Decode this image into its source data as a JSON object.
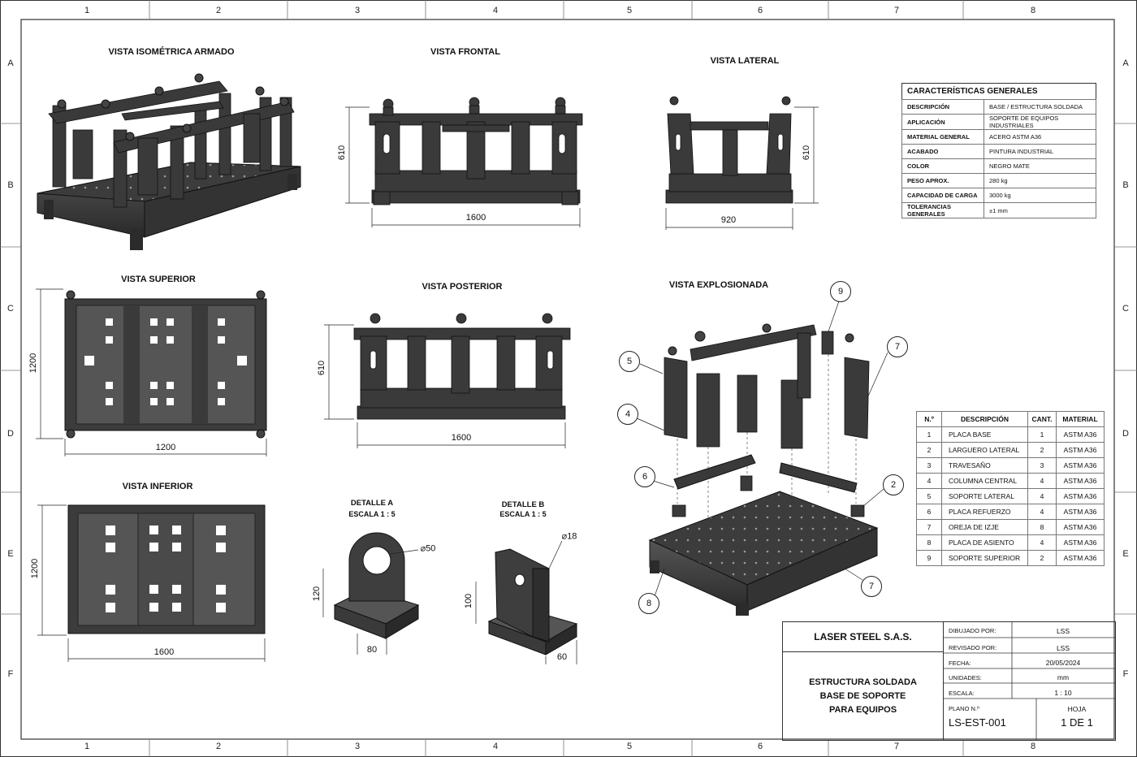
{
  "grid": {
    "columns": [
      "1",
      "2",
      "3",
      "4",
      "5",
      "6",
      "7",
      "8"
    ],
    "rows": [
      "A",
      "B",
      "C",
      "D",
      "E",
      "F"
    ]
  },
  "views": {
    "isometric": "VISTA ISOMÉTRICA ARMADO",
    "front": "VISTA FRONTAL",
    "lateral": "VISTA LATERAL",
    "top": "VISTA SUPERIOR",
    "rear": "VISTA POSTERIOR",
    "exploded": "VISTA EXPLOSIONADA",
    "bottom": "VISTA INFERIOR",
    "detail_a": "DETALLE A",
    "detail_a_scale": "ESCALA 1 : 5",
    "detail_b": "DETALLE B",
    "detail_b_scale": "ESCALA 1 : 5"
  },
  "dimensions": {
    "front_height": "610",
    "front_width": "1600",
    "lateral_height": "610",
    "lateral_width": "920",
    "top_height": "1200",
    "top_width": "1200",
    "rear_height": "610",
    "rear_width": "1600",
    "bottom_height": "1200",
    "bottom_width": "1600",
    "detail_a_hole": "⌀50",
    "detail_a_height": "120",
    "detail_a_width": "80",
    "detail_b_hole": "⌀18",
    "detail_b_height": "100",
    "detail_b_width": "60"
  },
  "balloons": [
    "9",
    "5",
    "7",
    "4",
    "6",
    "2",
    "8",
    "7"
  ],
  "properties": {
    "title": "CARACTERÍSTICAS GENERALES",
    "rows": [
      {
        "key": "DESCRIPCIÓN",
        "value": "BASE / ESTRUCTURA SOLDADA"
      },
      {
        "key": "APLICACIÓN",
        "value": "SOPORTE DE EQUIPOS INDUSTRIALES"
      },
      {
        "key": "MATERIAL GENERAL",
        "value": "ACERO ASTM A36"
      },
      {
        "key": "ACABADO",
        "value": "PINTURA INDUSTRIAL"
      },
      {
        "key": "COLOR",
        "value": "NEGRO MATE"
      },
      {
        "key": "PESO APROX.",
        "value": "280 kg"
      },
      {
        "key": "CAPACIDAD DE CARGA",
        "value": "3000 kg"
      },
      {
        "key": "TOLERANCIAS GENERALES",
        "value": "±1 mm"
      }
    ]
  },
  "bom": {
    "headers": [
      "N.º",
      "DESCRIPCIÓN",
      "CANT.",
      "MATERIAL"
    ],
    "rows": [
      [
        "1",
        "PLACA BASE",
        "1",
        "ASTM A36"
      ],
      [
        "2",
        "LARGUERO LATERAL",
        "2",
        "ASTM A36"
      ],
      [
        "3",
        "TRAVESAÑO",
        "3",
        "ASTM A36"
      ],
      [
        "4",
        "COLUMNA CENTRAL",
        "4",
        "ASTM A36"
      ],
      [
        "5",
        "SOPORTE LATERAL",
        "4",
        "ASTM A36"
      ],
      [
        "6",
        "PLACA REFUERZO",
        "4",
        "ASTM A36"
      ],
      [
        "7",
        "OREJA DE IZJE",
        "8",
        "ASTM A36"
      ],
      [
        "8",
        "PLACA DE ASIENTO",
        "4",
        "ASTM A36"
      ],
      [
        "9",
        "SOPORTE SUPERIOR",
        "2",
        "ASTM A36"
      ]
    ]
  },
  "titleblock": {
    "company": "LASER STEEL S.A.S.",
    "title_line1": "ESTRUCTURA SOLDADA",
    "title_line2": "BASE DE SOPORTE",
    "title_line3": "PARA EQUIPOS",
    "drawn_label": "DIBUJADO POR:",
    "drawn_value": "LSS",
    "reviewed_label": "REVISADO POR:",
    "reviewed_value": "LSS",
    "date_label": "FECHA:",
    "date_value": "20/05/2024",
    "units_label": "UNIDADES:",
    "units_value": "mm",
    "scale_label": "ESCALA:",
    "scale_value": "1 : 10",
    "plan_label": "PLANO N.º",
    "plan_value": "LS-EST-001",
    "sheet_label": "HOJA",
    "sheet_value": "1 DE 1"
  },
  "colors": {
    "steel_dark": "#2e2e2e",
    "steel_mid": "#4a4a4a",
    "steel_light": "#6e6e6e",
    "line": "#222222"
  }
}
